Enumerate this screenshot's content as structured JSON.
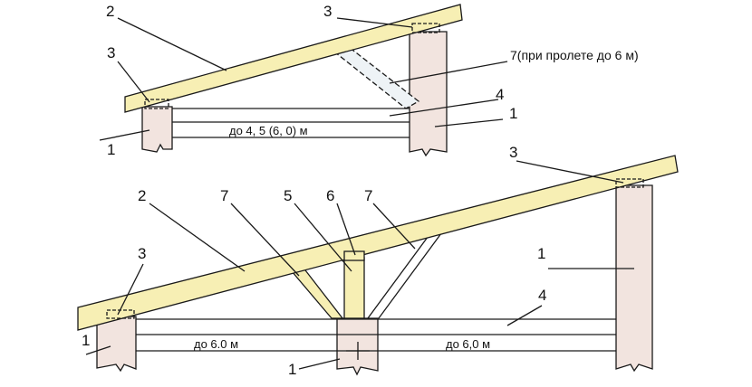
{
  "colors": {
    "rafter": "#f7efb4",
    "post": "#f2e4df",
    "line": "#1a1a1a"
  },
  "top_diagram": {
    "labels": {
      "rafter": "2",
      "support_right": "3",
      "support_left": "3",
      "strut_note": "7(при пролете до 6 м)",
      "beam": "4",
      "wall_right": "1",
      "wall_left": "1"
    },
    "span": "до 4, 5 (6, 0) м"
  },
  "bottom_diagram": {
    "labels": {
      "rafter": "2",
      "strut_left": "7",
      "post": "5",
      "support_mid": "6",
      "strut_right": "7",
      "support_right": "3",
      "support_left": "3",
      "wall_right": "1",
      "beam": "4",
      "wall_left": "1",
      "wall_mid": "1"
    },
    "span_left": "до 6.0 м",
    "span_right": "до 6,0 м"
  }
}
